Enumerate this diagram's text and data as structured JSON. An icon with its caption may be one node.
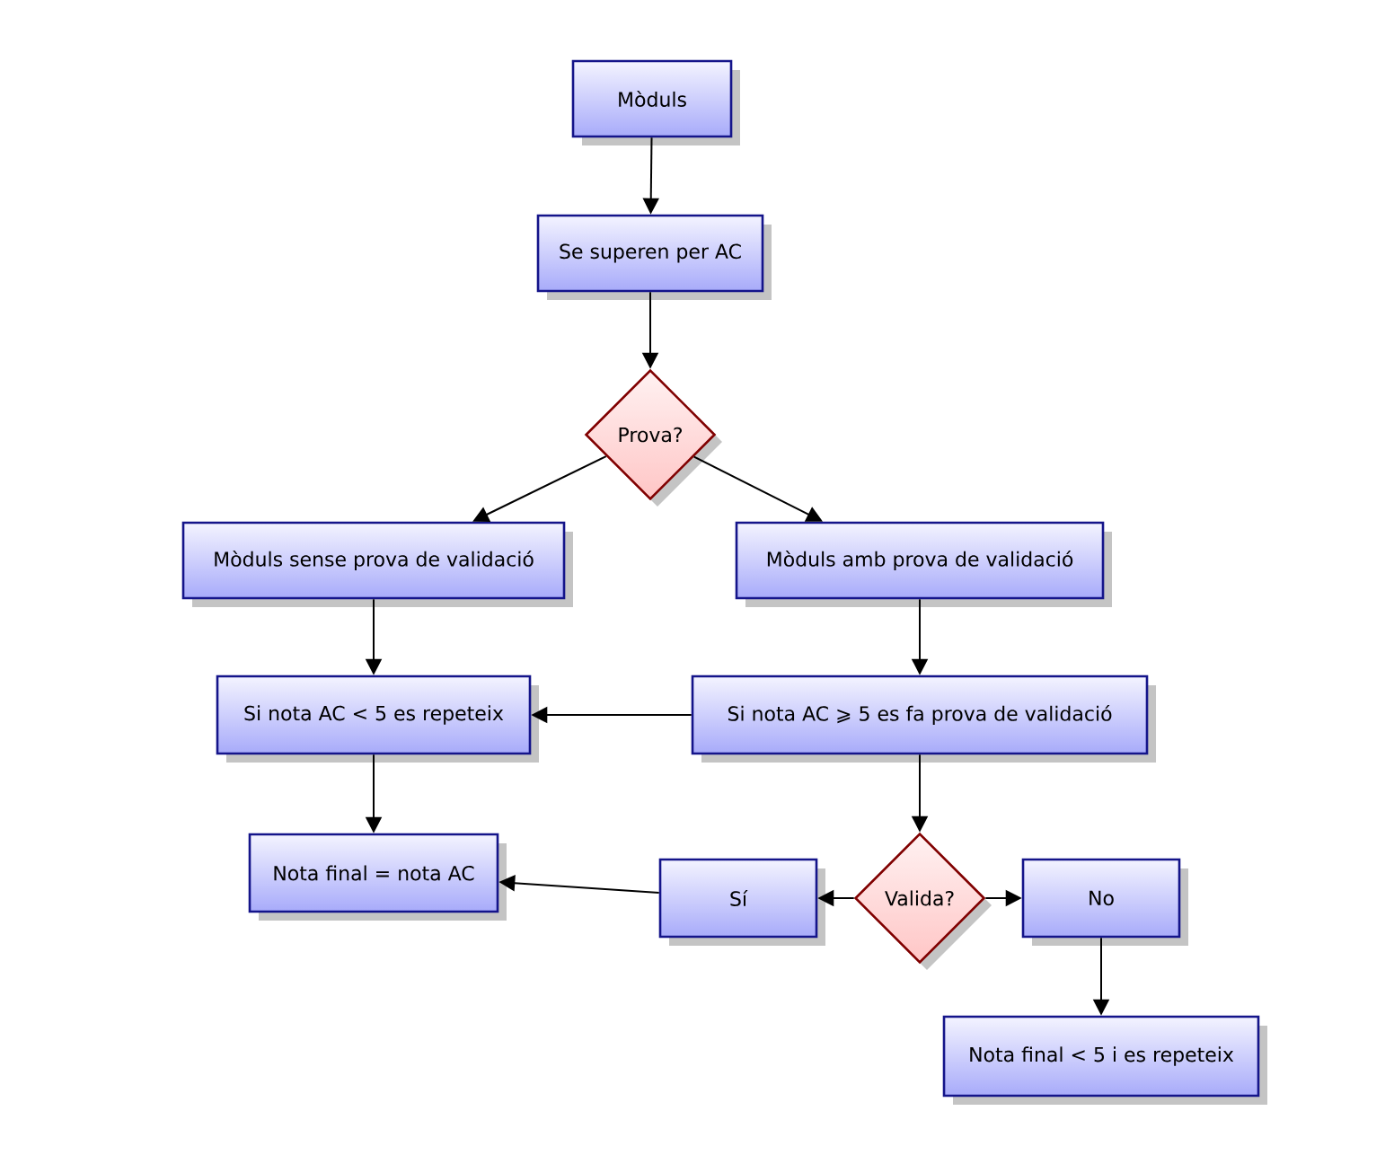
{
  "diagram": {
    "nodes": [
      {
        "text": [
          "Mòduls"
        ]
      },
      {
        "text": [
          "Se superen per AC"
        ]
      },
      {
        "text": [
          "Prova?"
        ]
      },
      {
        "text": [
          "Mòduls sense prova de validació"
        ]
      },
      {
        "text": [
          "Mòduls amb prova de validació"
        ]
      },
      {
        "text": [
          "Si nota AC < 5 es repeteix"
        ]
      },
      {
        "text": [
          "Si nota AC ⩾ 5 es fa prova de validació"
        ]
      },
      {
        "text": [
          "Nota final = nota AC"
        ]
      },
      {
        "text": [
          "Sí"
        ]
      },
      {
        "text": [
          "Valida?"
        ]
      },
      {
        "text": [
          "No"
        ]
      },
      {
        "text": [
          "Nota final < 5 i es repeteix"
        ]
      }
    ],
    "edges": [
      {
        "from": 0,
        "to": 1,
        "arrow": "to"
      },
      {
        "from": 1,
        "to": 2,
        "arrow": "to"
      },
      {
        "from": 2,
        "to": 3,
        "arrow": "to"
      },
      {
        "from": 2,
        "to": 4,
        "arrow": "to"
      },
      {
        "from": 3,
        "to": 5,
        "arrow": "to"
      },
      {
        "from": 4,
        "to": 6,
        "arrow": "to"
      },
      {
        "from": 6,
        "to": 5,
        "arrow": "to"
      },
      {
        "from": 5,
        "to": 7,
        "arrow": "to"
      },
      {
        "from": 6,
        "to": 9,
        "arrow": "to"
      },
      {
        "from": 9,
        "to": 8,
        "arrow": "to"
      },
      {
        "from": 9,
        "to": 10,
        "arrow": "to"
      },
      {
        "from": 8,
        "to": 7,
        "arrow": "to"
      },
      {
        "from": 10,
        "to": 11,
        "arrow": "to"
      }
    ]
  }
}
